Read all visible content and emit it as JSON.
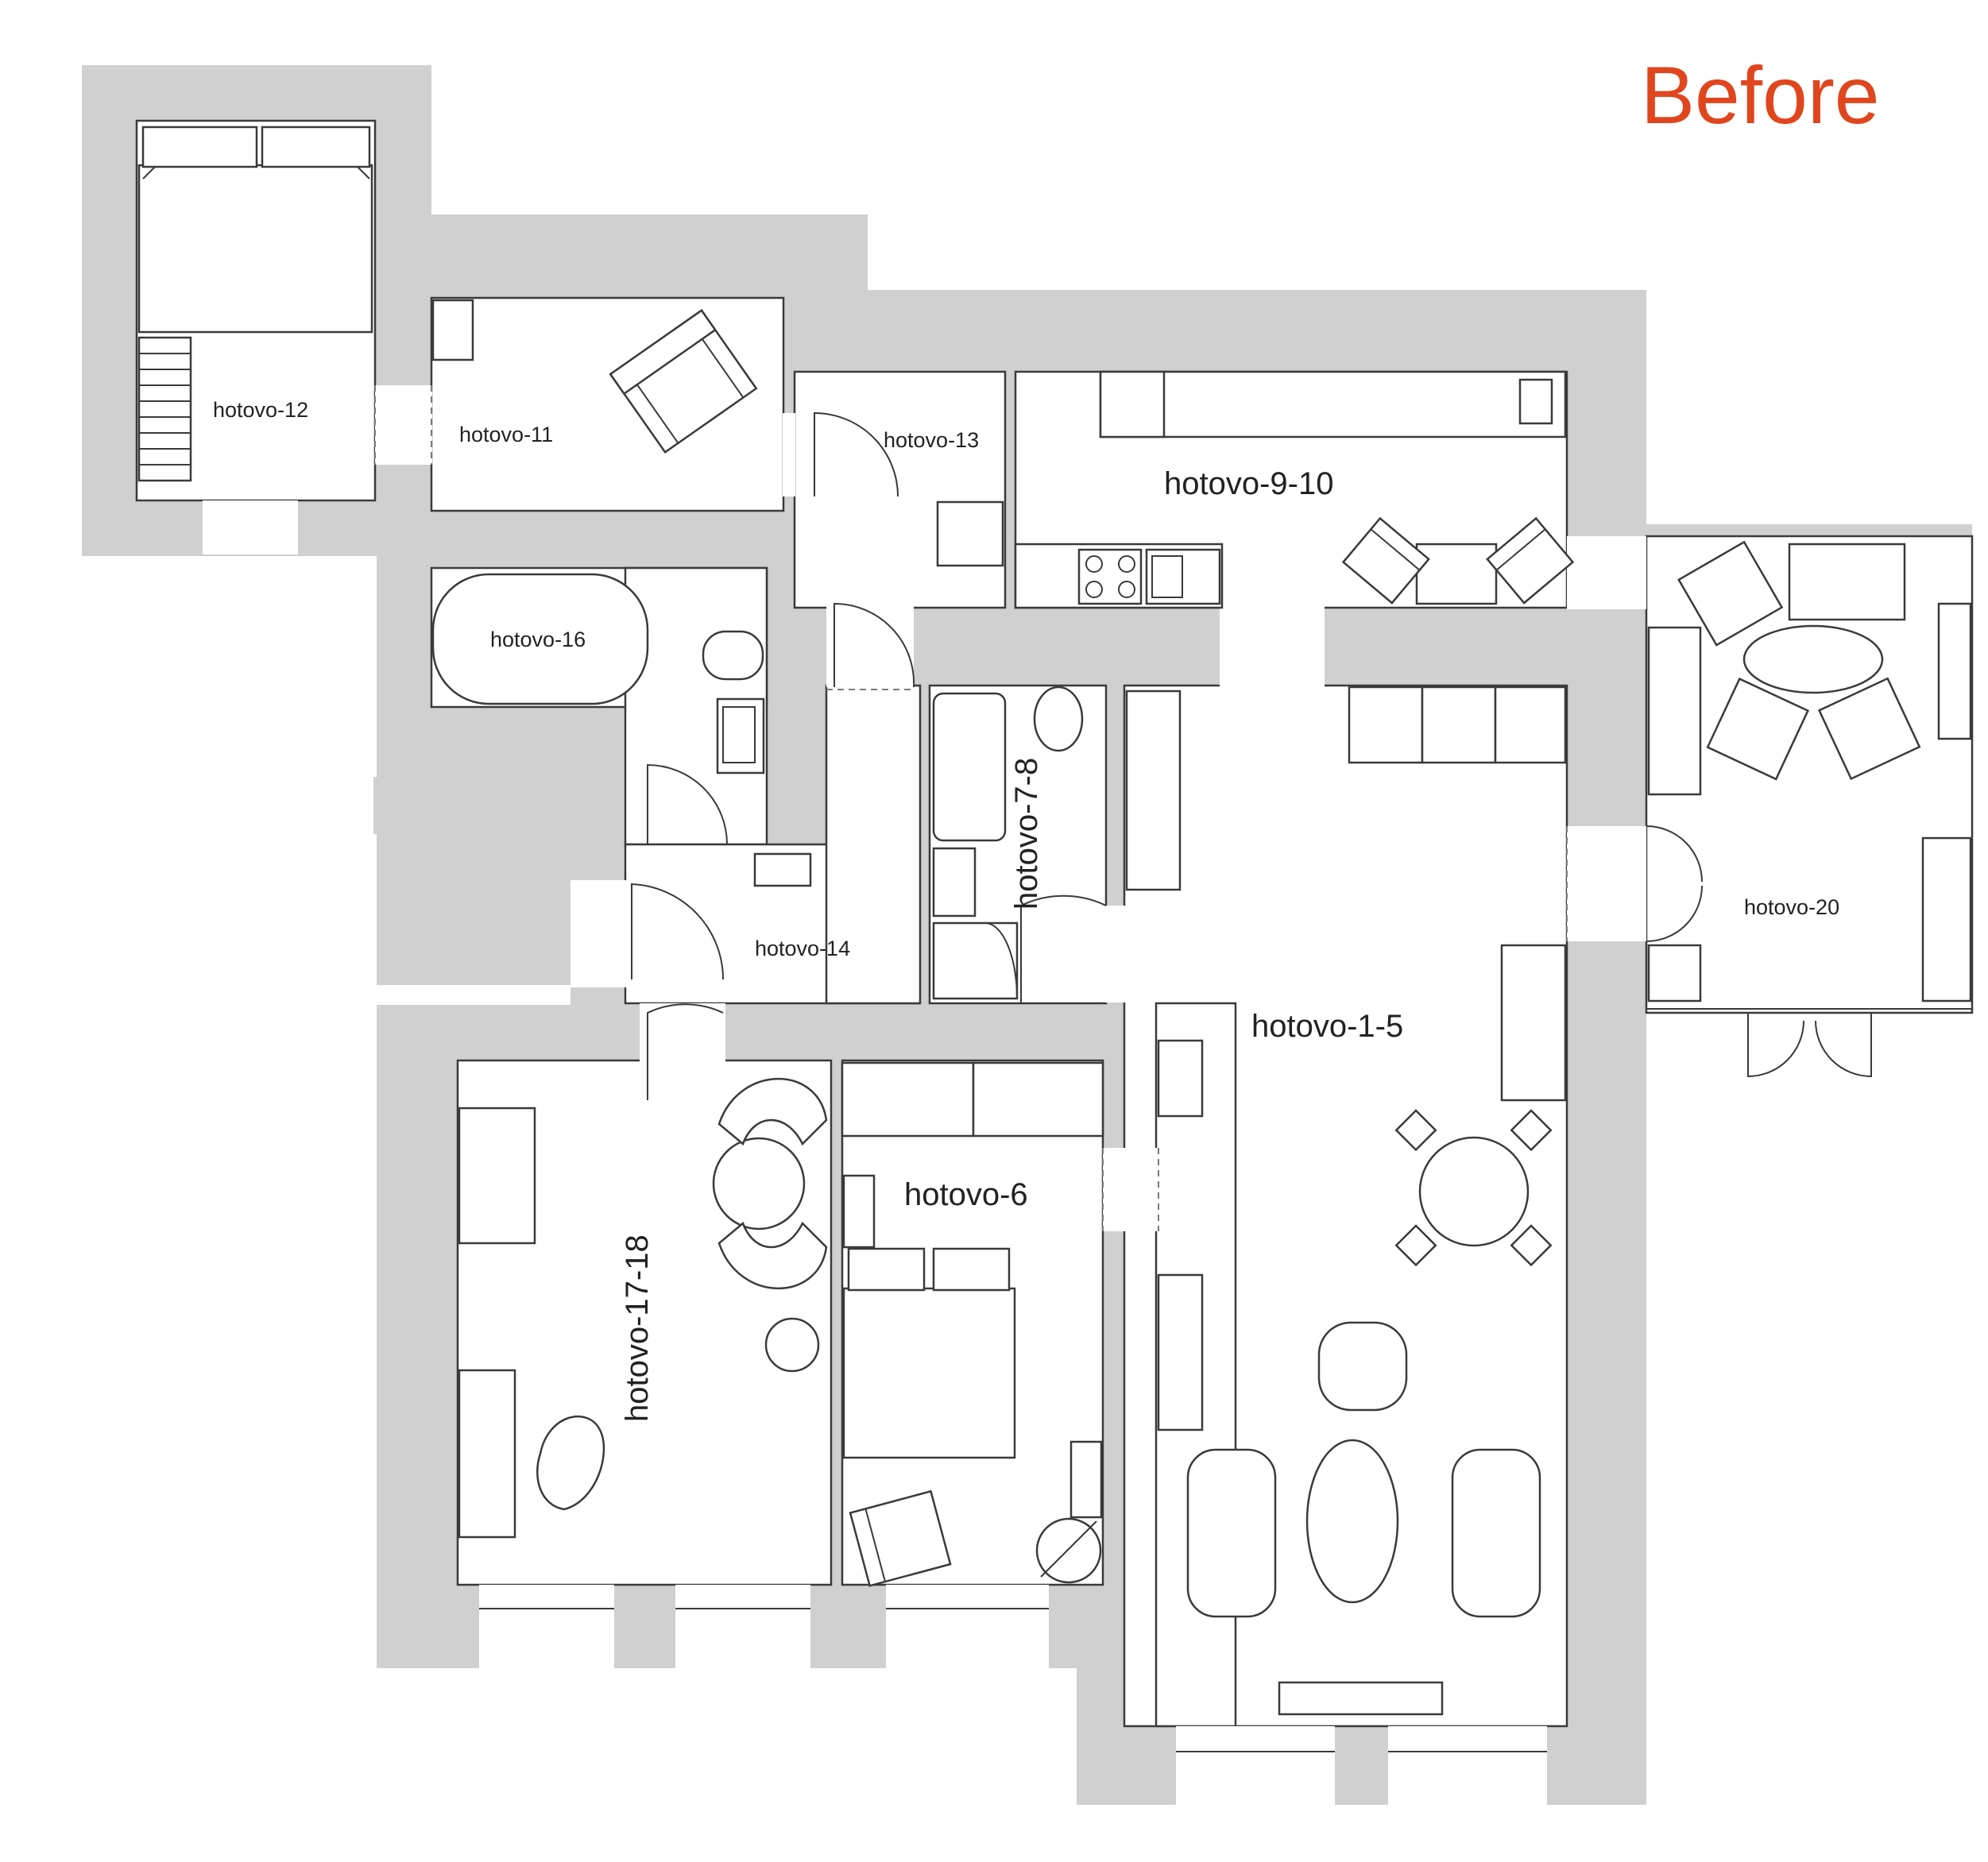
{
  "title": {
    "text": "Before",
    "color": "#e0461e"
  },
  "colors": {
    "wall": "#d0d0d0",
    "line": "#3a3a3a",
    "background": "#ffffff"
  },
  "rooms": {
    "r12": "hotovo-12",
    "r11": "hotovo-11",
    "r13": "hotovo-13",
    "r9_10": "hotovo-9-10",
    "r16": "hotovo-16",
    "r7_8": "hotovo-7-8",
    "r14": "hotovo-14",
    "r1_5": "hotovo-1-5",
    "r20": "hotovo-20",
    "r6": "hotovo-6",
    "r17_18": "hotovo-17-18"
  }
}
